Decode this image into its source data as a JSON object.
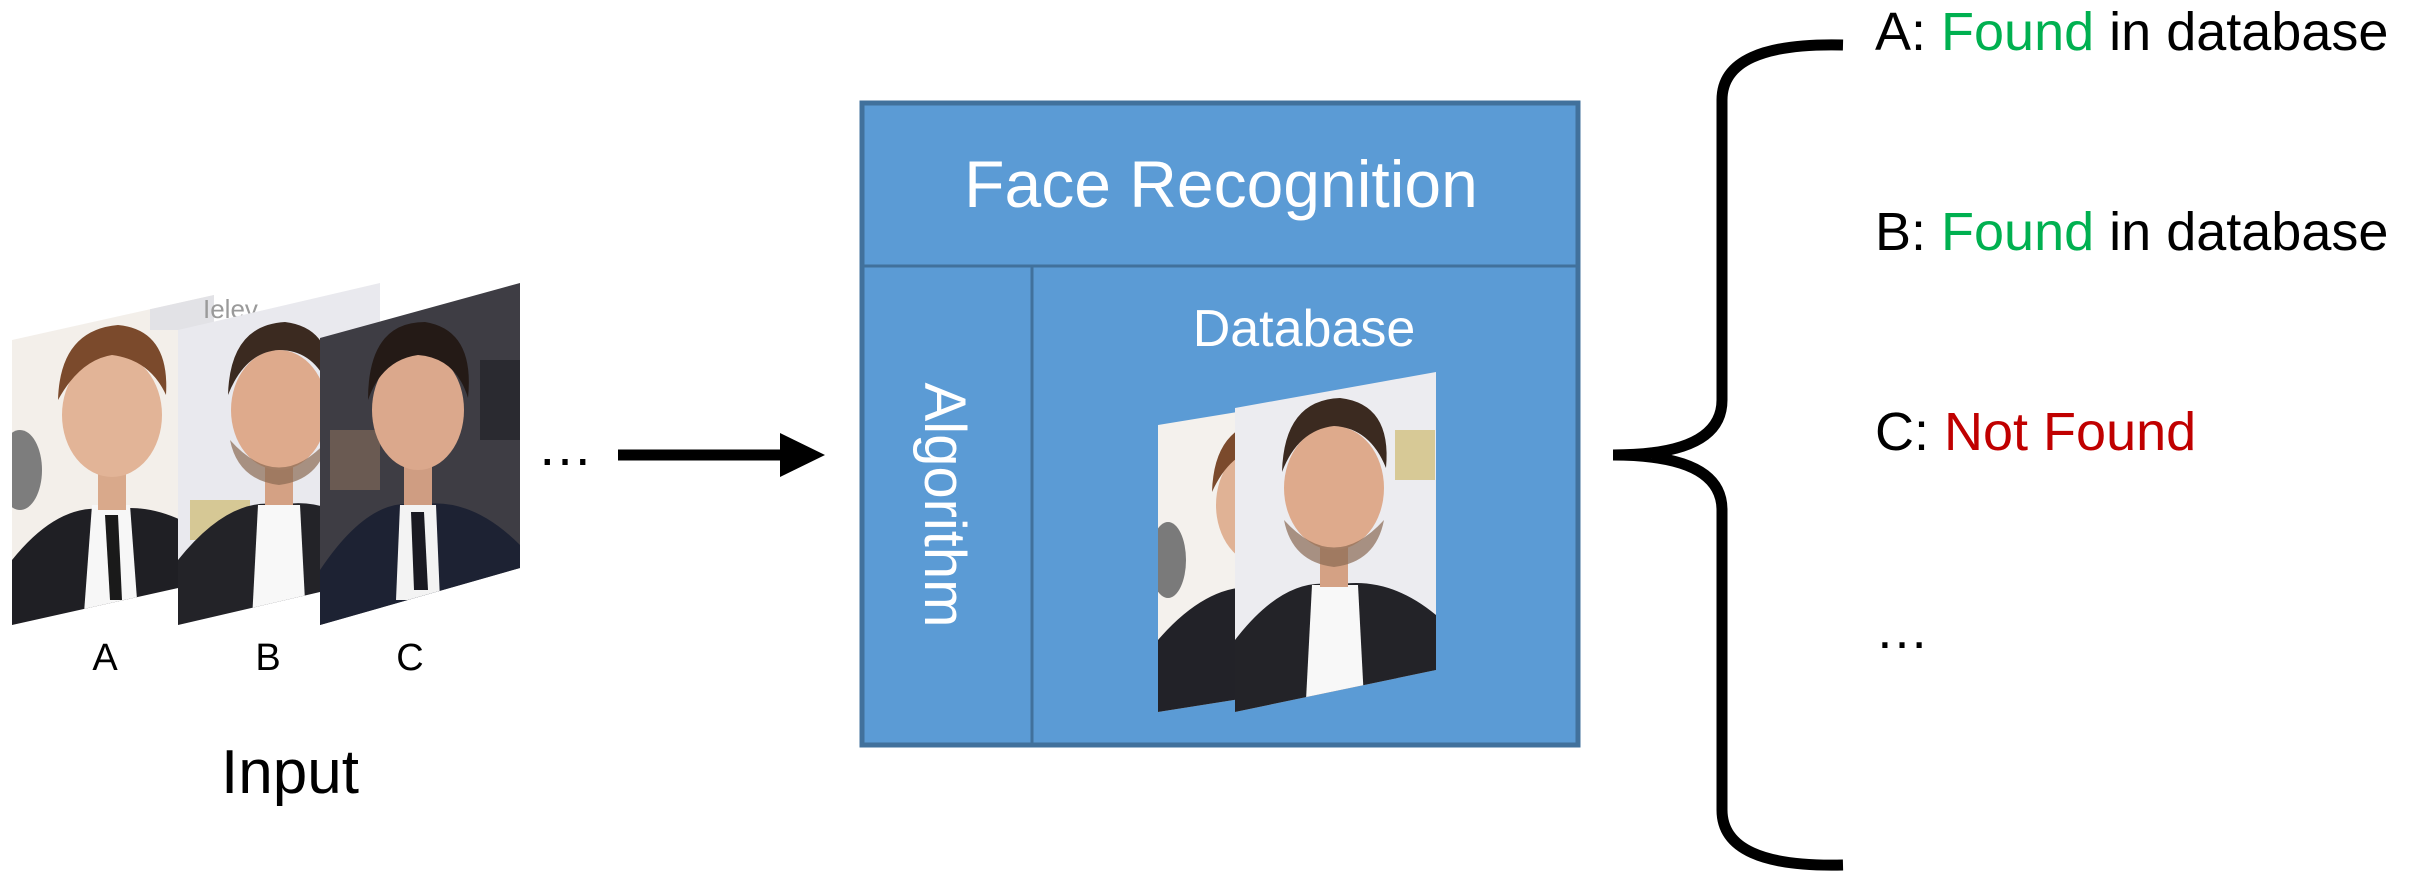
{
  "input": {
    "photo_labels": [
      "A",
      "B",
      "C"
    ],
    "ellipsis": "…",
    "caption": "Input"
  },
  "system": {
    "title": "Face Recognition",
    "algorithm_label": "Algorithm",
    "database_label": "Database"
  },
  "results": [
    {
      "prefix": "A: ",
      "status": "Found",
      "suffix": " in database",
      "status_color": "#00B050"
    },
    {
      "prefix": "B: ",
      "status": "Found",
      "suffix": " in database",
      "status_color": "#00B050"
    },
    {
      "prefix": "C: ",
      "status": "Not Found",
      "suffix": "",
      "status_color": "#C00000"
    },
    {
      "prefix": "…",
      "status": "",
      "suffix": "",
      "status_color": "#000000"
    }
  ],
  "colors": {
    "box_fill": "#5B9BD5",
    "box_border": "#41719C",
    "box_text": "#FFFFFF",
    "text": "#000000",
    "found": "#00B050",
    "not_found": "#C00000"
  },
  "icons": {
    "photo": "face-photo-icon",
    "arrow": "right-arrow-icon",
    "brace": "left-curly-brace-icon"
  }
}
